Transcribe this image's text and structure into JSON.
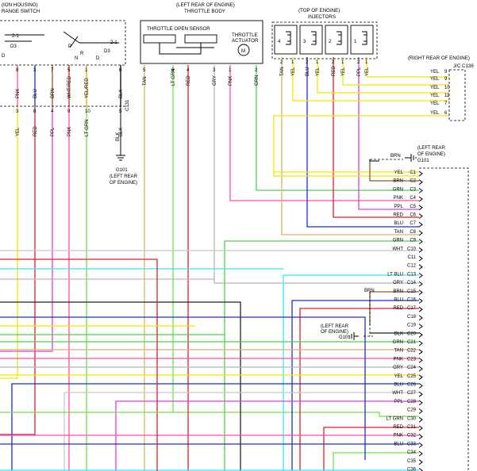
{
  "labels": {
    "neutral_housing": "(ION HOUSING)",
    "range_switch": "RANGE SWITCH",
    "throttle_body_loc": "(LEFT REAR OF ENGINE)",
    "throttle_body": "THROTTLE BODY",
    "throttle_open_sensor": "THROTTLE OPEN SENSOR",
    "throttle_actuator_1": "THROTTLE",
    "throttle_actuator_2": "ACTUATOR",
    "injectors_loc": "(TOP OF ENGINE)",
    "injectors": "INJECTORS",
    "jc_loc": "(RIGHT REAR OF ENGINE)",
    "jc_name": "J/C C136",
    "g101_top_loc_1": "(LEFT REAR",
    "g101_top_loc_2": "OF ENGINE)",
    "g101_top": "G101",
    "g101_left": "G101",
    "g101_left_loc_1": "(LEFT REAR",
    "g101_left_loc_2": "OF ENGINE)",
    "g101_mid_loc_1": "(LEFT REAR",
    "g101_mid_loc_2": "OF ENGINE)",
    "g101_mid": "G101",
    "c131": "C131",
    "brn": "BRN",
    "blk": "BLK"
  },
  "switch": {
    "pos_21a": "2-1",
    "pos_d3a": "D3",
    "pos_d": "D",
    "pos_p": "P",
    "pos_n": "N",
    "pos_r": "R",
    "pos_d2": "D",
    "pos_21b": "2-1",
    "pos_d3b": "D3"
  },
  "top_wires": [
    {
      "label": "PNK",
      "pin": "8",
      "color": "#ff4fa3"
    },
    {
      "label": "BLU",
      "pin": "3",
      "color": "#1c2fc8"
    },
    {
      "label": "BRN",
      "pin": "7",
      "color": "#8a5a2b"
    },
    {
      "label": "WHT/RED",
      "pin": "5",
      "color": "#d9262c"
    },
    {
      "label": "YEL/RED",
      "pin": "1",
      "color": "#e2a700"
    },
    {
      "label": "BLK",
      "pin": "6",
      "color": "#000000"
    }
  ],
  "below_wires": [
    {
      "label": "YEL",
      "pin": "3"
    },
    {
      "label": "RED",
      "pin": "8"
    },
    {
      "label": "PPL",
      "pin": "4"
    },
    {
      "label": "PNK",
      "pin": "9"
    },
    {
      "label": "LT GRN",
      "pin": "10"
    },
    {
      "label": "BLK",
      "pin": "5"
    }
  ],
  "tb_wires": [
    {
      "label": "TAN",
      "pin": "5"
    },
    {
      "label": "LT GRN",
      "pin": "6"
    },
    {
      "label": "RED",
      "pin": "4"
    },
    {
      "label": "GRY",
      "pin": "3"
    },
    {
      "label": "PNK",
      "pin": "1"
    },
    {
      "label": "GRN",
      "pin": "2"
    }
  ],
  "inj_wires": [
    {
      "label": "TAN",
      "pin": "2"
    },
    {
      "label": "YEL",
      "pin": "1"
    },
    {
      "label": "BLU",
      "pin": "2"
    },
    {
      "label": "YEL",
      "pin": "1"
    },
    {
      "label": "RED",
      "pin": "2"
    },
    {
      "label": "YEL",
      "pin": "1"
    },
    {
      "label": "PPL",
      "pin": "2"
    },
    {
      "label": "YEL",
      "pin": "1"
    }
  ],
  "inj_pins": [
    "4",
    "3",
    "2",
    "1"
  ],
  "jc_pins": [
    {
      "label": "YEL",
      "pin": "9"
    },
    {
      "label": "YEL",
      "pin": "9"
    },
    {
      "label": "YEL",
      "pin": "10"
    },
    {
      "label": "YEL",
      "pin": "11"
    },
    {
      "label": "YEL",
      "pin": "7"
    },
    {
      "label": "YEL",
      "pin": "6"
    }
  ],
  "connector": [
    {
      "label": "YEL",
      "pin": "C1"
    },
    {
      "label": "BRN",
      "pin": "C2"
    },
    {
      "label": "GRN",
      "pin": "C3"
    },
    {
      "label": "PNK",
      "pin": "C4"
    },
    {
      "label": "PPL",
      "pin": "C5"
    },
    {
      "label": "RED",
      "pin": "C6"
    },
    {
      "label": "BLU",
      "pin": "C7"
    },
    {
      "label": "TAN",
      "pin": "C8"
    },
    {
      "label": "GRN",
      "pin": "C9"
    },
    {
      "label": "WHT",
      "pin": "C10"
    },
    {
      "label": "",
      "pin": "C11"
    },
    {
      "label": "",
      "pin": "C12"
    },
    {
      "label": "LT BLU",
      "pin": "C13"
    },
    {
      "label": "GRY",
      "pin": "C14"
    },
    {
      "label": "BRN",
      "pin": "C15"
    },
    {
      "label": "BLU",
      "pin": "C16"
    },
    {
      "label": "RED",
      "pin": "C17"
    },
    {
      "label": "",
      "pin": "C18"
    },
    {
      "label": "",
      "pin": "C19"
    },
    {
      "label": "BLK",
      "pin": "C20"
    },
    {
      "label": "GRN",
      "pin": "C21"
    },
    {
      "label": "TAN",
      "pin": "C22"
    },
    {
      "label": "PNK",
      "pin": "C23"
    },
    {
      "label": "GRY",
      "pin": "C24"
    },
    {
      "label": "YEL",
      "pin": "C25"
    },
    {
      "label": "BLU",
      "pin": "C26"
    },
    {
      "label": "WHT",
      "pin": "C27"
    },
    {
      "label": "PPL",
      "pin": "C28"
    },
    {
      "label": "",
      "pin": "C29"
    },
    {
      "label": "LT GRN",
      "pin": "C30"
    },
    {
      "label": "RED",
      "pin": "C31"
    },
    {
      "label": "PNK",
      "pin": "C32"
    },
    {
      "label": "BLU",
      "pin": "C33"
    },
    {
      "label": "",
      "pin": "C34"
    },
    {
      "label": "",
      "pin": "C35"
    },
    {
      "label": "",
      "pin": "C36"
    }
  ]
}
